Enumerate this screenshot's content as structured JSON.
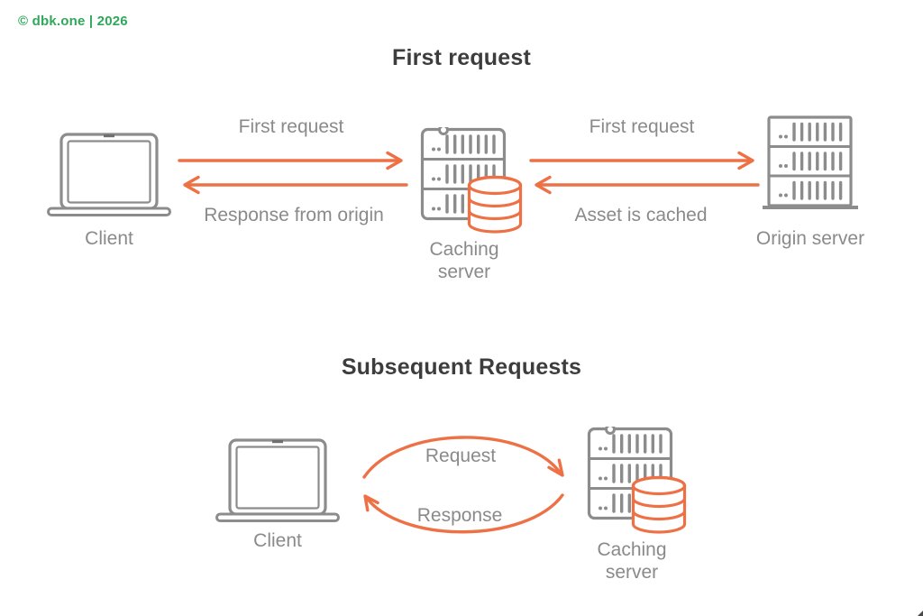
{
  "watermark": "© dbk.one | 2026",
  "colors": {
    "accent_orange": "#ED7145",
    "icon_gray": "#8C8C8C",
    "text_gray": "#8A8A8A",
    "title_dark": "#3D3D3D",
    "watermark_green": "#2FA85A"
  },
  "diagram_first_request": {
    "title": "First request",
    "client_label": "Client",
    "caching_server_label_line1": "Caching",
    "caching_server_label_line2": "server",
    "origin_server_label": "Origin server",
    "client_to_cache": {
      "top_label": "First request",
      "bottom_label": "Response from origin"
    },
    "cache_to_origin": {
      "top_label": "First request",
      "bottom_label": "Asset is cached"
    }
  },
  "diagram_subsequent_requests": {
    "title": "Subsequent Requests",
    "client_label": "Client",
    "caching_server_label_line1": "Caching",
    "caching_server_label_line2": "server",
    "request_label": "Request",
    "response_label": "Response"
  }
}
